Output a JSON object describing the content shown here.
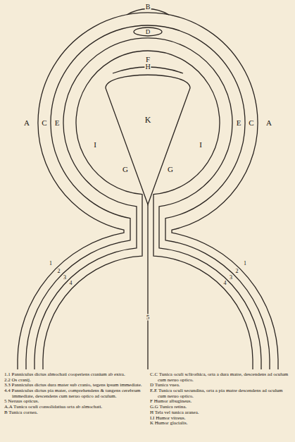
{
  "diagram": {
    "labels": [
      "B",
      "D",
      "F",
      "H",
      "K",
      "A",
      "C",
      "E",
      "I",
      "G",
      "G",
      "I",
      "E",
      "C",
      "A",
      "1",
      "2",
      "3",
      "4",
      "5",
      "4",
      "3",
      "2",
      "1",
      "1.1 Panniculus dictus almochati cooperiens cranium ab extra.",
      "2.2 Os cranij.",
      "3.3 Panniculus dictus dura mater sub cranio, tegens ipsum immediate.",
      "4.4 Panniculus dictus pia mater, comprehendens & tangens cerebrum immediate, descendens cum neruo optico ad oculum.",
      "5 Neruus opticus.",
      "A.A Tunica oculi consolidatiua orta ab almochati.",
      "B Tunica cornea.",
      "C.C Tunica oculi sclirothica, orta a dura matre, descendens ad oculum cum neruo optico.",
      "D Tunica vuea.",
      "E.E Tunica oculi secundina, orta a pia matre descendens ad oculum cum neruo optico.",
      "F Humor albugineus.",
      "G.G Tunica retina.",
      "H Tela vel tunica aranea.",
      "I.I Humor vitreus.",
      "K Humor glacialis."
    ]
  }
}
